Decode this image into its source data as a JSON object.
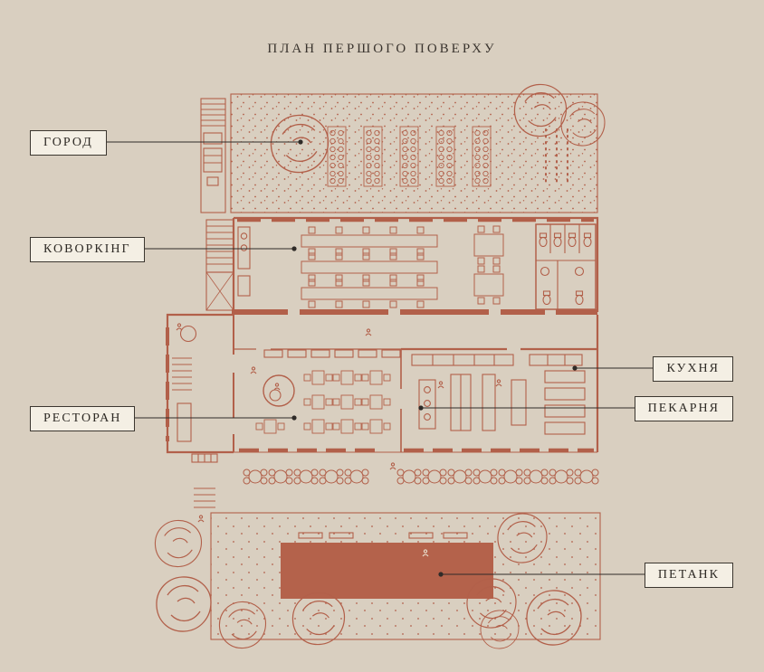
{
  "page": {
    "title": "ПЛАН ПЕРШОГО ПОВЕРХУ",
    "background_color": "#d9cfc0",
    "plan_line_color": "#b2604a",
    "petanque_court_fill": "#b4624b",
    "leader_line_color": "#2f2b28",
    "label_box_background": "#f4efe4",
    "label_border_color": "#3b362f"
  },
  "labels": [
    {
      "id": "garden",
      "text": "ГОРОД"
    },
    {
      "id": "coworking",
      "text": "КОВОРКІНГ"
    },
    {
      "id": "kitchen",
      "text": "КУХНЯ"
    },
    {
      "id": "bakery",
      "text": "ПЕКАРНЯ"
    },
    {
      "id": "restaurant",
      "text": "РЕСТОРАН"
    },
    {
      "id": "petanque",
      "text": "ПЕТАНК"
    }
  ]
}
